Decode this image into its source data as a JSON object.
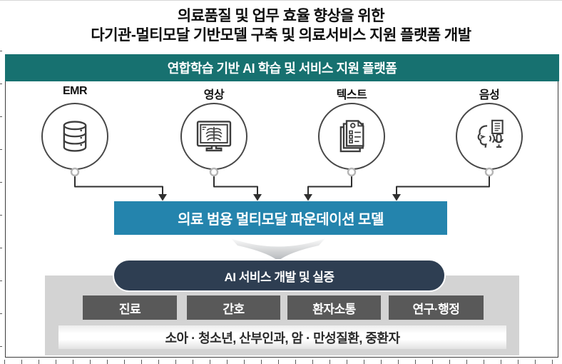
{
  "colors": {
    "teal": "#177170",
    "blue": "#2484ad",
    "navy": "#2e3e52",
    "btn-gray": "#595959",
    "panel-gray": "#d3d3d3"
  },
  "title": {
    "line1": "의료품질 및 업무 효율 향상을 위한",
    "line2": "다기관-멀티모달 기반모델 구축 및 의료서비스 지원 플랫폼 개발"
  },
  "platform": {
    "header": "연합학습 기반 AI 학습 및 서비스 지원 플랫폼"
  },
  "data_sources": [
    {
      "label": "EMR",
      "icon": "database-icon"
    },
    {
      "label": "영상",
      "icon": "imaging-monitor-icon"
    },
    {
      "label": "텍스트",
      "icon": "documents-icon"
    },
    {
      "label": "음성",
      "icon": "speech-mic-icon"
    }
  ],
  "foundation_model": {
    "label": "의료 범용 멀티모달 파운데이션 모델"
  },
  "ai_service": {
    "label": "AI 서비스 개발 및 실증"
  },
  "service_categories": [
    {
      "label": "진료"
    },
    {
      "label": "간호"
    },
    {
      "label": "환자소통"
    },
    {
      "label": "연구·행정"
    }
  ],
  "target_groups": {
    "label": "소아 · 청소년, 산부인과, 암 · 만성질환, 중환자"
  }
}
